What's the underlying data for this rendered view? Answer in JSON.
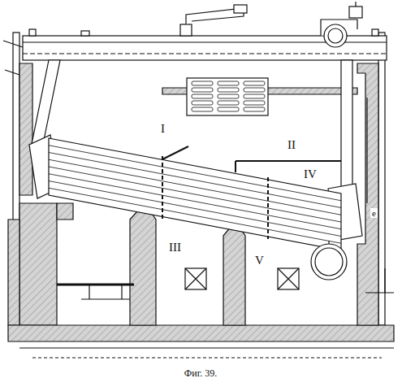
{
  "diagram": {
    "caption": "Фиг. 39.",
    "labels": [
      "I",
      "II",
      "III",
      "IV",
      "V",
      "e"
    ]
  }
}
